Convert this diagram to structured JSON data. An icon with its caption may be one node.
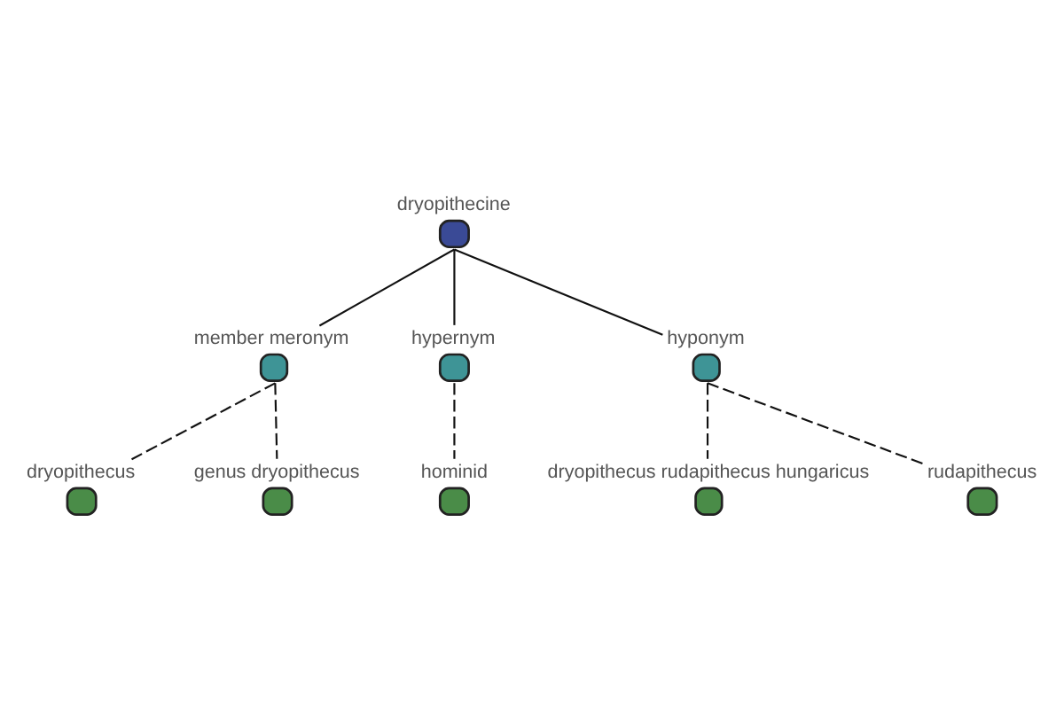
{
  "diagram": {
    "nodes": [
      {
        "text": [
          "dryopithecus"
        ]
      },
      {
        "text": [
          "genus dryopithecus"
        ]
      },
      {
        "text": [
          "member meronym"
        ]
      },
      {
        "text": [
          "hominid"
        ]
      },
      {
        "text": [
          "hypernym"
        ]
      },
      {
        "text": [
          "dryopithecine"
        ]
      },
      {
        "text": [
          "dryopithecus rudapithecus hungaricus"
        ]
      },
      {
        "text": [
          "hyponym"
        ]
      },
      {
        "text": [
          "rudapithecus"
        ]
      }
    ],
    "edges": [
      {
        "from": 5,
        "to": 2,
        "arrow": "none"
      },
      {
        "from": 2,
        "to": 0,
        "arrow": "none",
        "style": "dashed"
      },
      {
        "from": 2,
        "to": 1,
        "arrow": "none",
        "style": "dashed"
      },
      {
        "from": 5,
        "to": 4,
        "arrow": "none"
      },
      {
        "from": 4,
        "to": 3,
        "arrow": "none",
        "style": "dashed"
      },
      {
        "from": 5,
        "to": 7,
        "arrow": "none"
      },
      {
        "from": 7,
        "to": 6,
        "arrow": "none",
        "style": "dashed"
      },
      {
        "from": 7,
        "to": 8,
        "arrow": "none",
        "style": "dashed"
      }
    ]
  }
}
